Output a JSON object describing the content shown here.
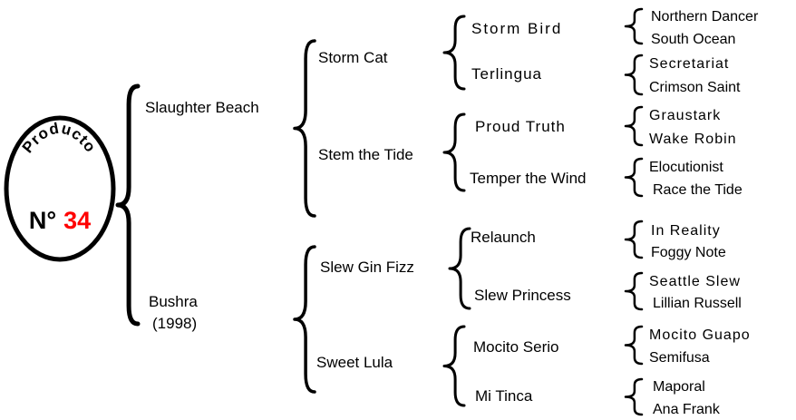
{
  "badge": {
    "arc_text": "Producto",
    "number_prefix": "N°",
    "number": "34",
    "number_color": "#ff0000"
  },
  "pedigree": {
    "parents": [
      {
        "name": "Slaughter Beach",
        "grandparents": [
          {
            "name": "Storm Cat",
            "great_grandparents": [
              {
                "name": "Storm Bird",
                "next_generation": [
                  "Northern Dancer",
                  "South Ocean"
                ]
              },
              {
                "name": "Terlingua",
                "next_generation": [
                  "Secretariat",
                  "Crimson Saint"
                ]
              }
            ]
          },
          {
            "name": "Stem the Tide",
            "great_grandparents": [
              {
                "name": "Proud Truth",
                "next_generation": [
                  "Graustark",
                  "Wake Robin"
                ]
              },
              {
                "name": "Temper the Wind",
                "next_generation": [
                  "Elocutionist",
                  "Race the Tide"
                ]
              }
            ]
          }
        ]
      },
      {
        "name": "Bushra",
        "year": "(1998)",
        "grandparents": [
          {
            "name": "Slew Gin Fizz",
            "great_grandparents": [
              {
                "name": "Relaunch",
                "next_generation": [
                  "In Reality",
                  "Foggy Note"
                ]
              },
              {
                "name": "Slew Princess",
                "next_generation": [
                  "Seattle Slew",
                  "Lillian Russell"
                ]
              }
            ]
          },
          {
            "name": "Sweet Lula",
            "great_grandparents": [
              {
                "name": "Mocito Serio",
                "next_generation": [
                  "Mocito Guapo",
                  "Semifusa"
                ]
              },
              {
                "name": "Mi Tinca",
                "next_generation": [
                  "Maporal",
                  "Ana Frank"
                ]
              }
            ]
          }
        ]
      }
    ]
  }
}
